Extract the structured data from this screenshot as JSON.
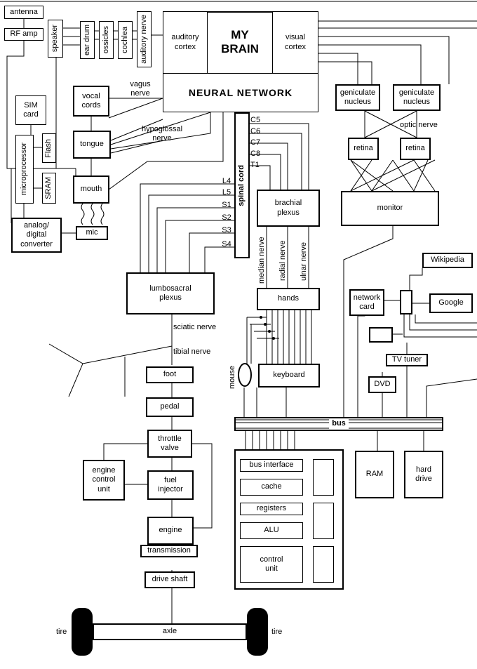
{
  "brain": {
    "title": "MY\nBRAIN",
    "network": "NEURAL  NETWORK",
    "auditory_cortex": "auditory\ncortex",
    "visual_cortex": "visual\ncortex",
    "spinal_cord": "spinal cord"
  },
  "phone": {
    "antenna": "antenna",
    "rf_amp": "RF amp",
    "sim_card": "SIM\ncard",
    "microprocessor": "microprocessor",
    "flash": "Flash",
    "sram": "SRAM",
    "adc": "analog/\ndigital\nconverter",
    "mic": "mic"
  },
  "ear": {
    "speaker": "speaker",
    "ear_drum": "ear drum",
    "ossicles": "ossicles",
    "cochlea": "cochlea",
    "auditory_nerve": "auditory nerve"
  },
  "voice": {
    "vocal_cords": "vocal\ncords",
    "tongue": "tongue",
    "mouth": "mouth",
    "vagus_nerve": "vagus\nnerve",
    "hypoglossal_nerve": "hypoglossal\nnerve"
  },
  "vision": {
    "geniculate_left": "geniculate\nnucleus",
    "geniculate_right": "geniculate\nnucleus",
    "optic_nerve": "optic nerve",
    "retina_left": "retina",
    "retina_right": "retina",
    "monitor": "monitor"
  },
  "spine": {
    "levels_right": [
      "C5",
      "C6",
      "C7",
      "C8",
      "T1"
    ],
    "levels_left": [
      "L4",
      "L5",
      "S1",
      "S2",
      "S3",
      "S4"
    ],
    "brachial_plexus": "brachial\nplexus",
    "median_nerve": "median nerve",
    "radial_nerve": "radial nerve",
    "ulnar_nerve": "ulnar nerve",
    "hands": "hands",
    "lumbosacral_plexus": "lumbosacral\nplexus",
    "sciatic_nerve": "sciatic nerve",
    "tibial_nerve": "tibial nerve"
  },
  "car": {
    "foot": "foot",
    "pedal": "pedal",
    "throttle_valve": "throttle\nvalve",
    "engine_control_unit": "engine\ncontrol\nunit",
    "fuel_injector": "fuel\ninjector",
    "engine": "engine",
    "transmission": "transmission",
    "drive_shaft": "drive shaft",
    "axle": "axle",
    "tire_left": "tire",
    "tire_right": "tire"
  },
  "computer": {
    "mouse": "mouse",
    "keyboard": "keyboard",
    "network_card": "network\ncard",
    "wikipedia": "Wikipedia",
    "google": "Google",
    "tv_tuner": "TV tuner",
    "dvd": "DVD",
    "bus": "bus",
    "ram": "RAM",
    "hard_drive": "hard\ndrive",
    "bus_interface": "bus interface",
    "cache": "cache",
    "registers": "registers",
    "alu": "ALU",
    "control_unit": "control\nunit"
  }
}
